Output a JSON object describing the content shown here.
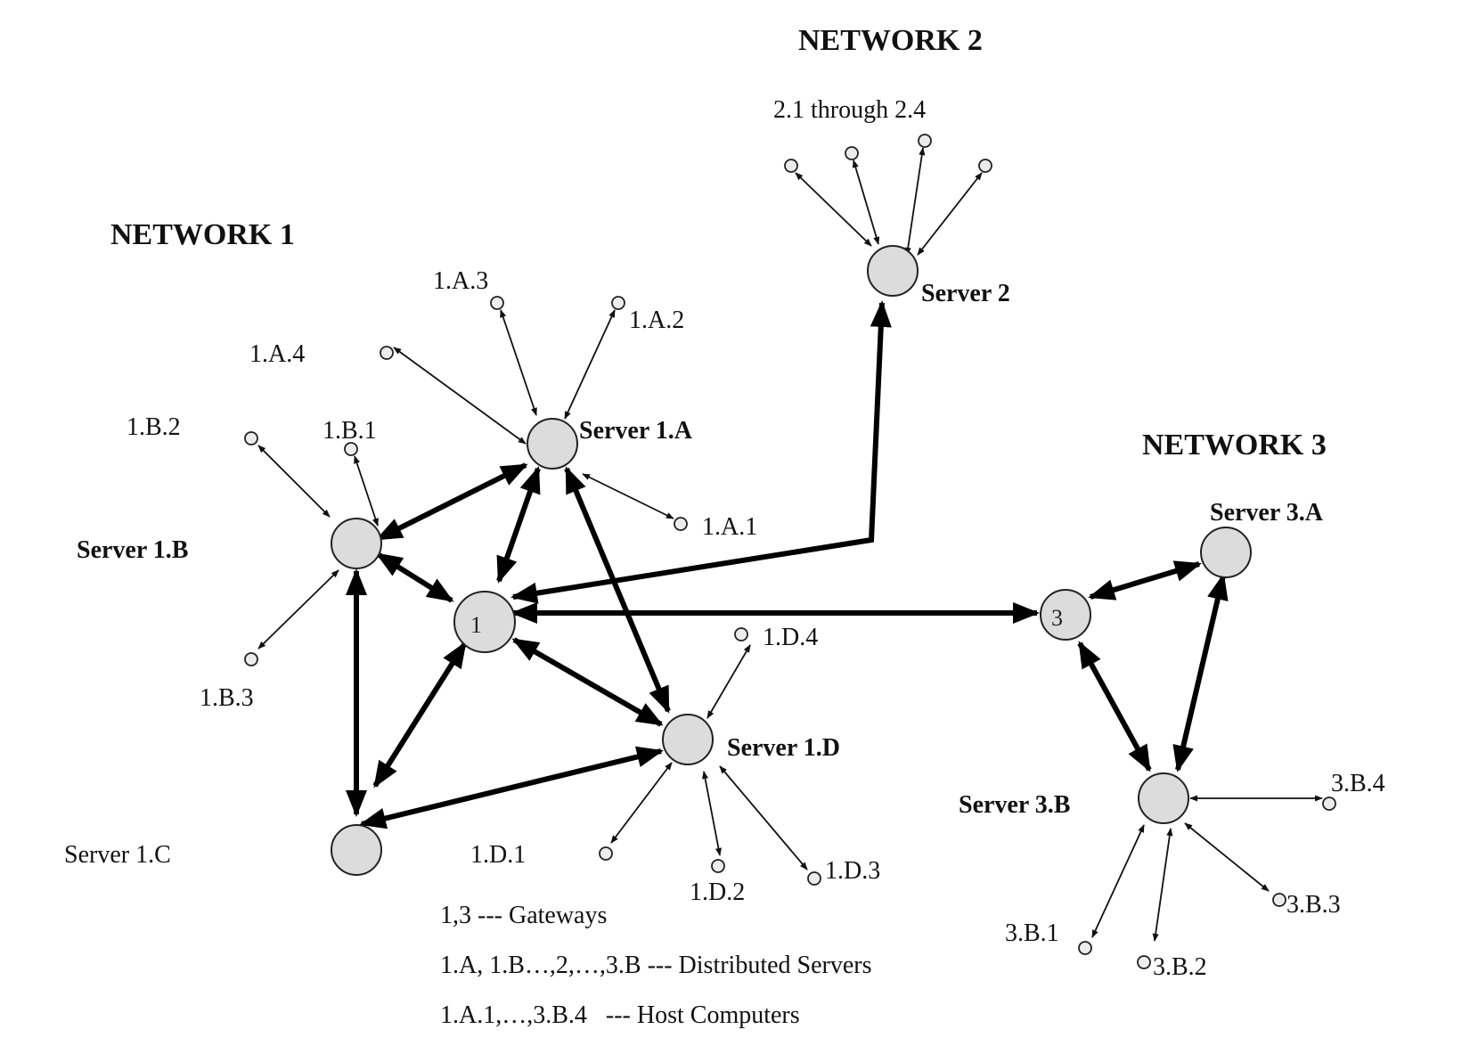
{
  "networks": {
    "network1": "NETWORK 1",
    "network2": "NETWORK 2",
    "network3": "NETWORK 3"
  },
  "servers": {
    "s1a": "Server 1.A",
    "s1b": "Server 1.B",
    "s1c": "Server 1.C",
    "s1d": "Server 1.D",
    "s2": "Server 2",
    "s3a": "Server 3.A",
    "s3b": "Server 3.B"
  },
  "gateways": {
    "g1": "1",
    "g3": "3"
  },
  "hosts": {
    "h1a1": "1.A.1",
    "h1a2": "1.A.2",
    "h1a3": "1.A.3",
    "h1a4": "1.A.4",
    "h1b1": "1.B.1",
    "h1b2": "1.B.2",
    "h1b3": "1.B.3",
    "h1d1": "1.D.1",
    "h1d2": "1.D.2",
    "h1d3": "1.D.3",
    "h1d4": "1.D.4",
    "n2hosts": "2.1 through 2.4",
    "h3b1": "3.B.1",
    "h3b2": "3.B.2",
    "h3b3": "3.B.3",
    "h3b4": "3.B.4"
  },
  "legend": {
    "gateways": "1,3 --- Gateways",
    "servers": "1.A, 1.B…,2,…,3.B --- Distributed Servers",
    "hosts": "1.A.1,…,3.B.4   --- Host Computers"
  }
}
